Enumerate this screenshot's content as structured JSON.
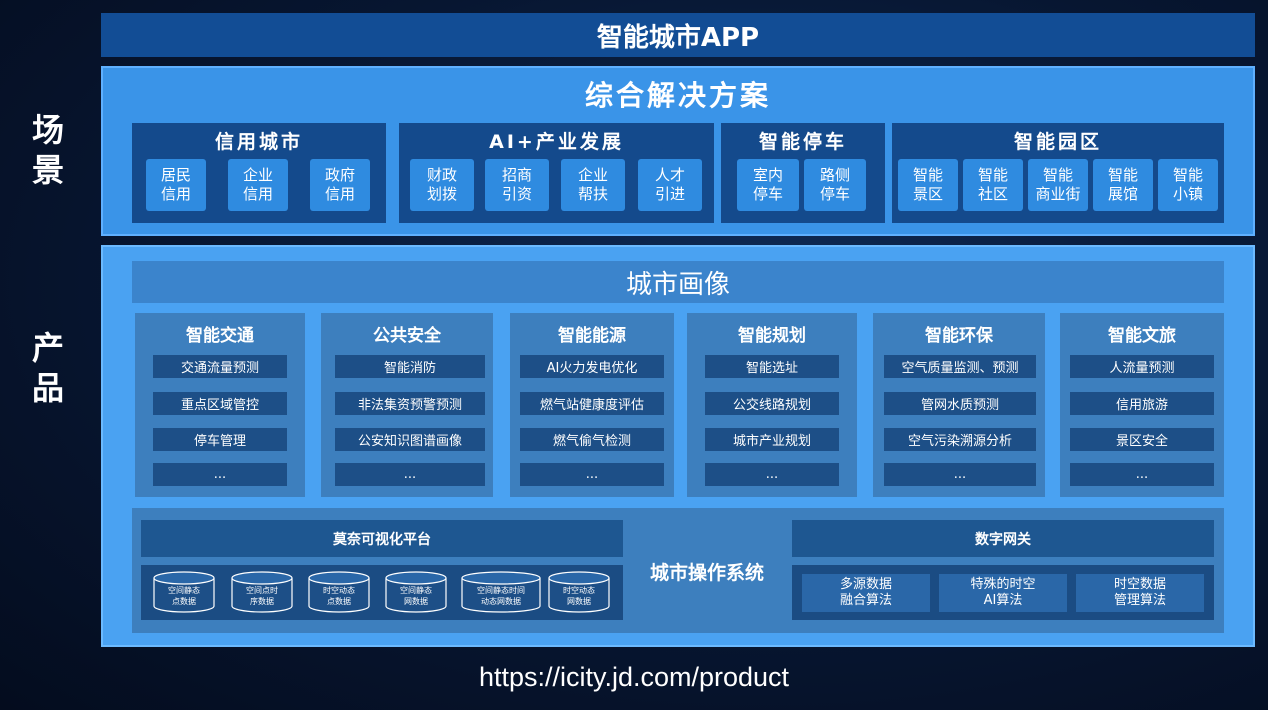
{
  "side": {
    "scene": [
      "场",
      "景"
    ],
    "product": [
      "产",
      "品"
    ]
  },
  "top_bar": "智能城市APP",
  "scene": {
    "title": "综合解决方案",
    "groups": [
      {
        "title": "信用城市",
        "items": [
          "居民\n信用",
          "企业\n信用",
          "政府\n信用"
        ]
      },
      {
        "title": "AI+产业发展",
        "items": [
          "财政\n划拨",
          "招商\n引资",
          "企业\n帮扶",
          "人才\n引进"
        ]
      },
      {
        "title": "智能停车",
        "items": [
          "室内\n停车",
          "路侧\n停车"
        ]
      },
      {
        "title": "智能园区",
        "items": [
          "智能\n景区",
          "智能\n社区",
          "智能\n商业街",
          "智能\n展馆",
          "智能\n小镇"
        ]
      }
    ]
  },
  "product": {
    "portrait": "城市画像",
    "columns": [
      {
        "title": "智能交通",
        "items": [
          "交通流量预测",
          "重点区域管控",
          "停车管理",
          "..."
        ]
      },
      {
        "title": "公共安全",
        "items": [
          "智能消防",
          "非法集资预警预测",
          "公安知识图谱画像",
          "..."
        ]
      },
      {
        "title": "智能能源",
        "items": [
          "AI火力发电优化",
          "燃气站健康度评估",
          "燃气偷气检测",
          "..."
        ]
      },
      {
        "title": "智能规划",
        "items": [
          "智能选址",
          "公交线路规划",
          "城市产业规划",
          "..."
        ]
      },
      {
        "title": "智能环保",
        "items": [
          "空气质量监测、预测",
          "管网水质预测",
          "空气污染溯源分析",
          "..."
        ]
      },
      {
        "title": "智能文旅",
        "items": [
          "人流量预测",
          "信用旅游",
          "景区安全",
          "..."
        ]
      }
    ],
    "os": {
      "left_title": "莫奈可视化平台",
      "databases": [
        "空间静态\n点数据",
        "空间点时\n序数据",
        "时空动态\n点数据",
        "空间静态\n网数据",
        "空间静态时间\n动态网数据",
        "时空动态\n网数据"
      ],
      "center": "城市操作系统",
      "right_title": "数字网关",
      "gateway": [
        "多源数据\n融合算法",
        "特殊的时空\nAI算法",
        "时空数据\n管理算法"
      ]
    }
  },
  "url": "https://icity.jd.com/product"
}
